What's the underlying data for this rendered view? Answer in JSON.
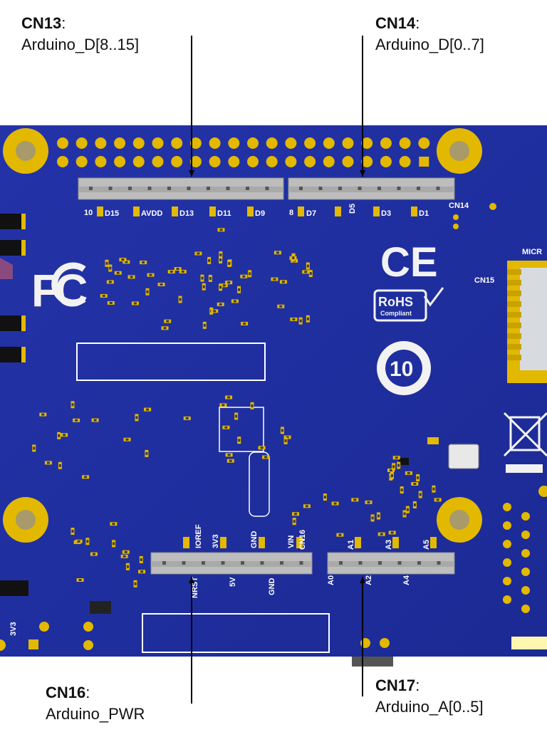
{
  "callouts": {
    "cn13": {
      "id": "CN13",
      "desc": "Arduino_D[8..15]"
    },
    "cn14": {
      "id": "CN14",
      "desc": "Arduino_D[0..7]"
    },
    "cn16": {
      "id": "CN16",
      "desc": "Arduino_PWR"
    },
    "cn17": {
      "id": "CN17",
      "desc": "Arduino_A[0..5]"
    }
  },
  "board": {
    "colors": {
      "pcb": "#1f2fa0",
      "pad": "#e3b800",
      "header": "#bfbfbf",
      "silk": "#ffffff"
    },
    "cn13_pins": [
      "D15",
      "AVDD",
      "D13",
      "D11",
      "D9"
    ],
    "cn13_left_label": "10",
    "cn14_pins": [
      "D7",
      "D5",
      "D3",
      "D1"
    ],
    "cn14_left_label": "8",
    "cn14_tag": "CN14",
    "cn15_tag": "CN15",
    "micro_tag": "MICR",
    "cn16_top_pins": [
      "IOREF",
      "3V3",
      "GND",
      "VIN"
    ],
    "cn16_bottom_pins": [
      "NRST",
      "5V",
      "GND"
    ],
    "cn16_tag": "CN16",
    "cn17_top_pins": [
      "A1",
      "A3",
      "A5"
    ],
    "cn17_bottom_pins": [
      "A0",
      "A2",
      "A4"
    ],
    "bottom_left_label": "3V3",
    "marks": {
      "fcc": "FC",
      "ce": "CE",
      "rohs": "RoHS",
      "rohs_sub": "Compliant",
      "efup": "10"
    }
  }
}
